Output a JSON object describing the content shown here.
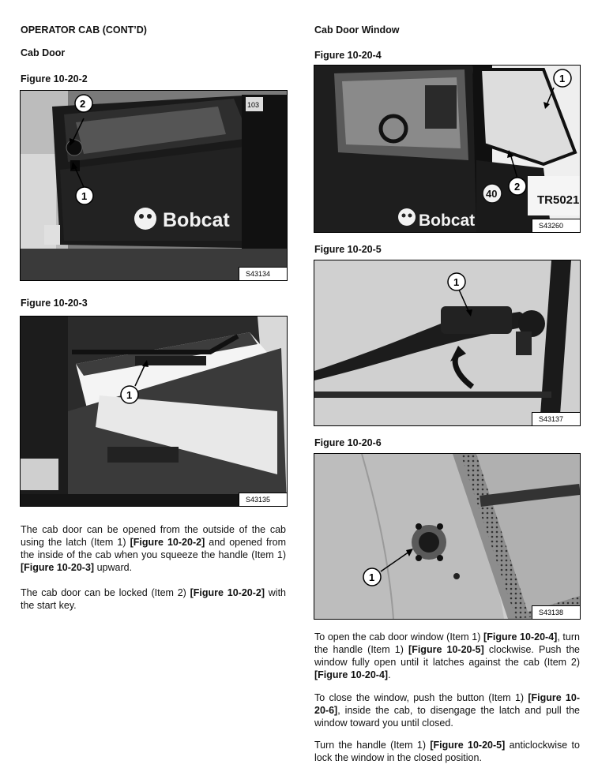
{
  "header": {
    "section_title": "OPERATOR CAB (CONT’D)",
    "left_subtitle": "Cab Door",
    "right_subtitle": "Cab Door Window"
  },
  "figures": {
    "fig2": {
      "label": "Figure 10-20-2",
      "code": "S43134",
      "brand": "Bobcat",
      "sticker": "103",
      "callouts": [
        "1",
        "2"
      ]
    },
    "fig3": {
      "label": "Figure 10-20-3",
      "code": "S43135",
      "callouts": [
        "1"
      ]
    },
    "fig4": {
      "label": "Figure 10-20-4",
      "code": "S43260",
      "brand": "Bobcat",
      "speed": "40",
      "model": "TR5021",
      "callouts": [
        "1",
        "2"
      ]
    },
    "fig5": {
      "label": "Figure 10-20-5",
      "code": "S43137",
      "callouts": [
        "1"
      ]
    },
    "fig6": {
      "label": "Figure 10-20-6",
      "code": "S43138",
      "callouts": [
        "1"
      ]
    }
  },
  "left_text": {
    "p1": {
      "a": "The cab door can be opened from the outside of the cab using the latch (Item 1) ",
      "ref1": "[Figure 10-20-2]",
      "b": " and opened from the inside of the cab when you squeeze the handle (Item 1) ",
      "ref2": "[Figure 10-20-3]",
      "c": " upward."
    },
    "p2": {
      "a": "The cab door can be locked (Item 2) ",
      "ref1": "[Figure 10-20-2]",
      "b": " with the start key."
    }
  },
  "right_text": {
    "p1": {
      "a": "To open the cab door window (Item 1) ",
      "ref1": "[Figure 10-20-4]",
      "b": ", turn the handle (Item 1) ",
      "ref2": "[Figure 10-20-5]",
      "c": " clockwise. Push the window fully open until it latches against the cab (Item 2) ",
      "ref3": "[Figure 10-20-4]",
      "d": "."
    },
    "p2": {
      "a": "To close the window, push the button (Item 1) ",
      "ref1": "[Figure 10-20-6]",
      "b": ", inside the cab, to disengage the latch and pull the window toward you until closed."
    },
    "p3": {
      "a": "Turn the handle (Item 1) ",
      "ref1": "[Figure 10-20-5]",
      "b": " anticlockwise to lock the window in the closed position."
    }
  }
}
